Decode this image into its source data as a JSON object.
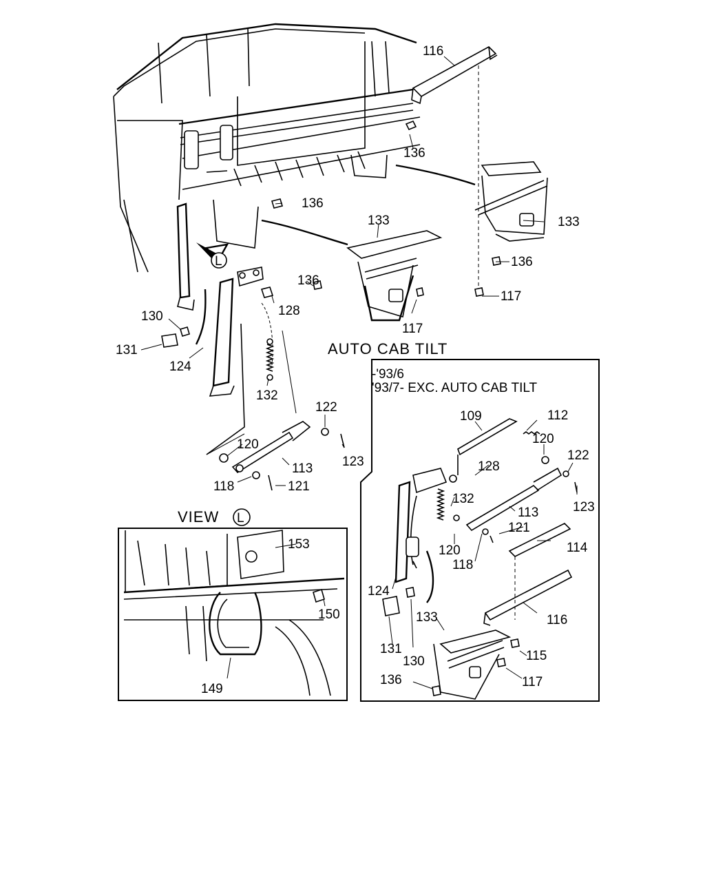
{
  "diagram": {
    "headers": {
      "auto_cab_tilt": "AUTO CAB TILT",
      "inset_line1": "-'93/6",
      "inset_line2": "'93/7- EXC. AUTO CAB TILT",
      "view": "VIEW",
      "view_marker": "L"
    },
    "callouts": {
      "main": [
        {
          "id": "m116",
          "text": "116"
        },
        {
          "id": "m136a",
          "text": "136"
        },
        {
          "id": "m136b",
          "text": "136"
        },
        {
          "id": "m133a",
          "text": "133"
        },
        {
          "id": "m133b",
          "text": "133"
        },
        {
          "id": "m136c",
          "text": "136"
        },
        {
          "id": "m136d",
          "text": "136"
        },
        {
          "id": "m117a",
          "text": "117"
        },
        {
          "id": "m117b",
          "text": "117"
        },
        {
          "id": "m128",
          "text": "128"
        },
        {
          "id": "m130",
          "text": "130"
        },
        {
          "id": "m131",
          "text": "131"
        },
        {
          "id": "m124",
          "text": "124"
        },
        {
          "id": "m132",
          "text": "132"
        },
        {
          "id": "m122",
          "text": "122"
        },
        {
          "id": "m120",
          "text": "120"
        },
        {
          "id": "m123",
          "text": "123"
        },
        {
          "id": "m113",
          "text": "113"
        },
        {
          "id": "m118",
          "text": "118"
        },
        {
          "id": "m121",
          "text": "121"
        }
      ],
      "view": [
        {
          "id": "v153",
          "text": "153"
        },
        {
          "id": "v150",
          "text": "150"
        },
        {
          "id": "v149",
          "text": "149"
        }
      ],
      "inset": [
        {
          "id": "i109",
          "text": "109"
        },
        {
          "id": "i112",
          "text": "112"
        },
        {
          "id": "i120a",
          "text": "120"
        },
        {
          "id": "i122",
          "text": "122"
        },
        {
          "id": "i128",
          "text": "128"
        },
        {
          "id": "i132",
          "text": "132"
        },
        {
          "id": "i113",
          "text": "113"
        },
        {
          "id": "i123",
          "text": "123"
        },
        {
          "id": "i121",
          "text": "121"
        },
        {
          "id": "i120b",
          "text": "120"
        },
        {
          "id": "i114",
          "text": "114"
        },
        {
          "id": "i118",
          "text": "118"
        },
        {
          "id": "i124",
          "text": "124"
        },
        {
          "id": "i116",
          "text": "116"
        },
        {
          "id": "i133",
          "text": "133"
        },
        {
          "id": "i115",
          "text": "115"
        },
        {
          "id": "i131",
          "text": "131"
        },
        {
          "id": "i130",
          "text": "130"
        },
        {
          "id": "i117",
          "text": "117"
        },
        {
          "id": "i136",
          "text": "136"
        }
      ]
    }
  }
}
